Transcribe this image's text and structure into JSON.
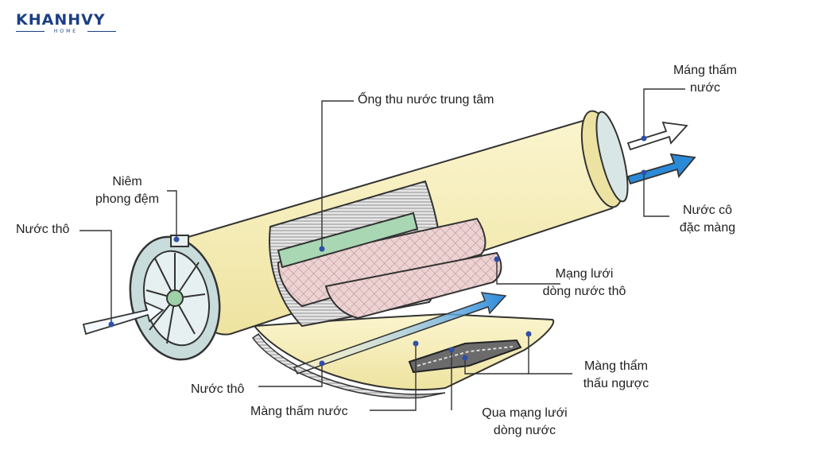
{
  "logo": {
    "brand": "KHANHVY",
    "sub": "HOME"
  },
  "labels": {
    "raw_water_left": "Nước thô",
    "seal_line1": "Niêm",
    "seal_line2": "phong đệm",
    "central_tube": "Ống thu nước trung tâm",
    "permeate_line1": "Máng thấm",
    "permeate_line2": "nước",
    "concentrate_line1": "Nước cô",
    "concentrate_line2": "đặc màng",
    "feed_spacer_line1": "Mạng lưới",
    "feed_spacer_line2": "dòng nước thô",
    "ro_membrane_line1": "Màng thẩm",
    "ro_membrane_line2": "thấu ngược",
    "raw_water_bottom": "Nước thô",
    "permeate_membrane": "Màng thấm nước",
    "flow_spacer_line1": "Qua mạng lưới",
    "flow_spacer_line2": "dòng nước"
  },
  "colors": {
    "brand": "#1b3f86",
    "shell": "#f6eeb2",
    "membrane": "#e9c9c9",
    "tube": "#a9d7b4",
    "endcap": "#c9dcdc",
    "arrow_blue": "#2b8ad8",
    "dot": "#2f4fa8"
  }
}
